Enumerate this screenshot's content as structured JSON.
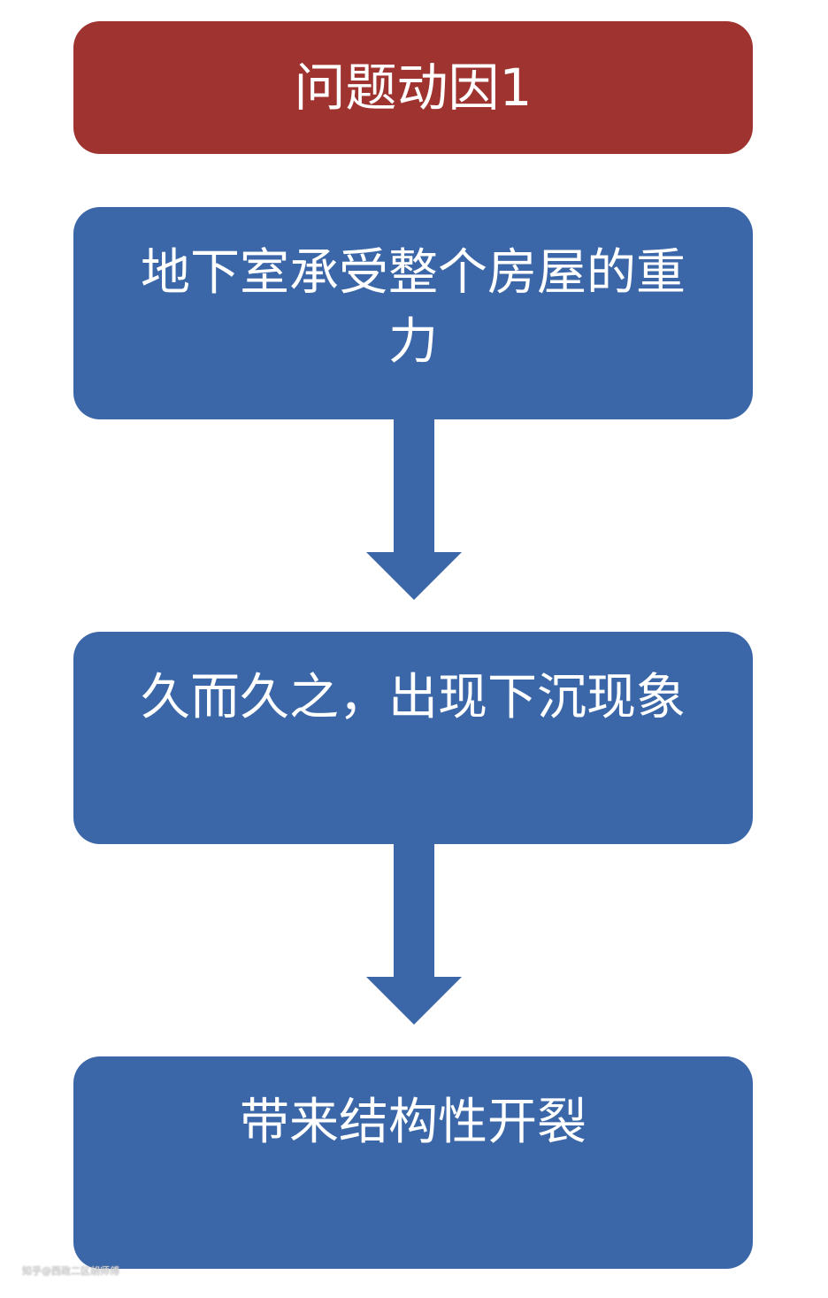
{
  "title": "问题动因1",
  "steps": [
    "地下室承受整个房屋的重力",
    "久而久之，出现下沉现象",
    "带来结构性开裂"
  ],
  "watermark": "知乎@西政二区胡师傅",
  "colors": {
    "title_bg": "#9e3330",
    "step_bg": "#3b67a9"
  }
}
